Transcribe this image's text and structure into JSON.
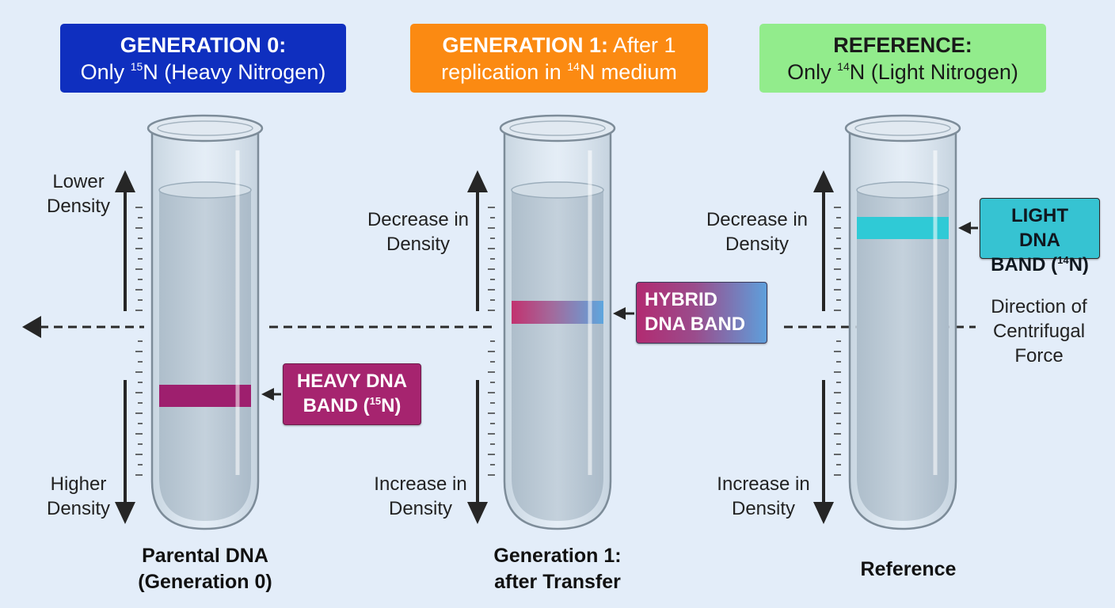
{
  "headers": {
    "gen0": {
      "title": "GENERATION 0:",
      "line2_pre": "Only ",
      "line2_sup": "15",
      "line2_post": "N (Heavy Nitrogen)"
    },
    "gen1": {
      "title": "GENERATION 1:",
      "line1_rest": " After 1",
      "line2_pre": "replication in ",
      "line2_sup": "14",
      "line2_post": "N medium"
    },
    "ref": {
      "title": "REFERENCE:",
      "line2_pre": "Only ",
      "line2_sup": "14",
      "line2_post": "N (Light Nitrogen)"
    }
  },
  "left_labels": {
    "top": [
      "Lower",
      "Density"
    ],
    "bottom": [
      "Higher",
      "Density"
    ]
  },
  "middle_labels": {
    "top": [
      "Decrease in",
      "Density"
    ],
    "bottom": [
      "Increase in",
      "Density"
    ]
  },
  "right_labels": {
    "top": [
      "Decrease in",
      "Density"
    ],
    "bottom": [
      "Increase in",
      "Density"
    ],
    "force": [
      "Direction of",
      "Centrifugal",
      "Force"
    ]
  },
  "callouts": {
    "heavy": {
      "line1": "HEAVY DNA",
      "line2_pre": "BAND (",
      "sup": "15",
      "line2_post": "N)"
    },
    "hybrid": {
      "line1": "HYBRID",
      "line2": "DNA BAND"
    },
    "light": {
      "line1": "LIGHT DNA",
      "line2_pre": "BAND (",
      "sup": "14",
      "line2_post": "N)"
    }
  },
  "bottom_labels": {
    "gen0": [
      "Parental DNA",
      "(Generation 0)"
    ],
    "gen1": [
      "Generation 1:",
      "after Transfer"
    ],
    "ref": [
      "Reference"
    ]
  },
  "colors": {
    "background": "#e3edf9",
    "gen0_header": "#0f2fbf",
    "gen1_header": "#fb8a12",
    "ref_header": "#92ec8c",
    "heavy_band": "#9e1f6e",
    "light_band": "#2fcad6",
    "hybrid_band_start": "#c2326f",
    "hybrid_band_end": "#5ea6de"
  }
}
